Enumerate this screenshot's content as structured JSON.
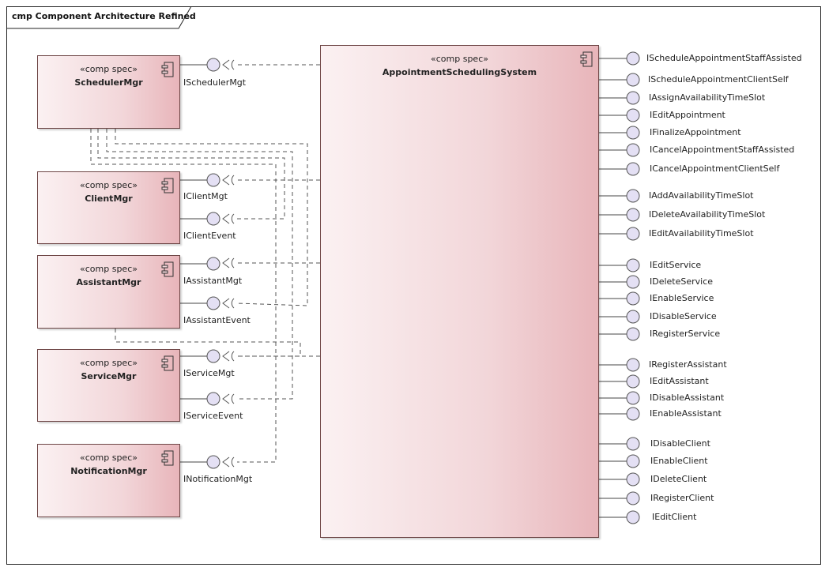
{
  "diagram": {
    "title": "cmp Component Architecture Refined"
  },
  "stereotype": "«comp spec»",
  "system": {
    "name": "AppointmentSchedulingSystem",
    "stereotype": "«comp spec»",
    "interfaces": [
      "IScheduleAppointmentStaffAssisted",
      "IScheduleAppointmentClientSelf",
      "IAssignAvailabilityTimeSlot",
      "IEditAppointment",
      "IFinalizeAppointment",
      "ICancelAppointmentStaffAssisted",
      "ICancelAppointmentClientSelf",
      "IAddAvailabilityTimeSlot",
      "IDeleteAvailabilityTimeSlot",
      "IEditAvailabilityTimeSlot",
      "IEditService",
      "IDeleteService",
      "IEnableService",
      "IDisableService",
      "IRegisterService",
      "IRegisterAssistant",
      "IEditAssistant",
      "IDisableAssistant",
      "IEnableAssistant",
      "IDisableClient",
      "IEnableClient",
      "IDeleteClient",
      "IRegisterClient",
      "IEditClient"
    ]
  },
  "managers": [
    {
      "name": "SchedulerMgr",
      "stereotype": "«comp spec»",
      "interfaces": [
        "ISchedulerMgt"
      ]
    },
    {
      "name": "ClientMgr",
      "stereotype": "«comp spec»",
      "interfaces": [
        "IClientMgt",
        "IClientEvent"
      ]
    },
    {
      "name": "AssistantMgr",
      "stereotype": "«comp spec»",
      "interfaces": [
        "IAssistantMgt",
        "IAssistantEvent"
      ]
    },
    {
      "name": "ServiceMgr",
      "stereotype": "«comp spec»",
      "interfaces": [
        "IServiceMgt",
        "IServiceEvent"
      ]
    },
    {
      "name": "NotificationMgr",
      "stereotype": "«comp spec»",
      "interfaces": [
        "INotificationMgt"
      ]
    }
  ],
  "colors": {
    "component_fill_light": "#fbf1f2",
    "component_fill_dark": "#e8b5ba",
    "interface_fill": "#e4e0f4",
    "line": "#333333"
  }
}
